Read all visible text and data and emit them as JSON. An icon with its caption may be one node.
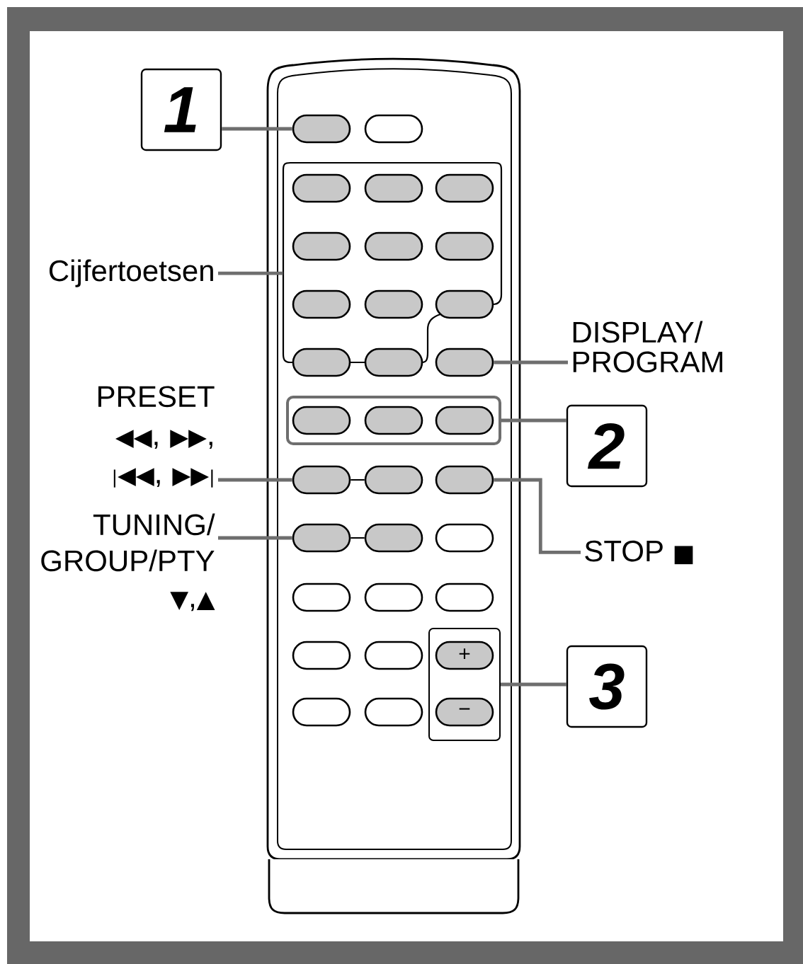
{
  "diagram": {
    "nodes": [
      {
        "text": [
          "1"
        ]
      },
      {
        "text": [],
        "shape": "button"
      },
      {
        "text": [
          "Cijfertoetsen"
        ]
      },
      {
        "text": [],
        "shape": "box"
      },
      {
        "text": [
          "DISPLAY/ PROGRAM"
        ]
      },
      {
        "text": [],
        "shape": "button"
      },
      {
        "text": [
          "2"
        ]
      },
      {
        "text": [],
        "shape": "box"
      },
      {
        "text": [
          "PRESET ◀◀, ▶▶, |◀◀, ▶▶|"
        ]
      },
      {
        "text": [],
        "shape": "button"
      },
      {
        "text": [],
        "shape": "button"
      },
      {
        "text": [],
        "shape": "button"
      },
      {
        "text": [
          "STOP ■"
        ]
      },
      {
        "text": [
          "TUNING/ GROUP/PTY ▼,▲"
        ]
      },
      {
        "text": [],
        "shape": "button"
      },
      {
        "text": [],
        "shape": "button"
      },
      {
        "text": [
          "3"
        ]
      },
      {
        "text": [],
        "shape": "box"
      }
    ],
    "edges": [
      {
        "from": 0,
        "to": 1,
        "arrow": "none"
      },
      {
        "from": 2,
        "to": 3,
        "arrow": "none"
      },
      {
        "from": 4,
        "to": 5,
        "arrow": "none"
      },
      {
        "from": 6,
        "to": 7,
        "arrow": "none"
      },
      {
        "from": 8,
        "to": 9,
        "arrow": "none"
      },
      {
        "from": 9,
        "to": 10,
        "arrow": "none",
        "color": "#000000"
      },
      {
        "from": 12,
        "to": 11,
        "arrow": "none"
      },
      {
        "from": 13,
        "to": 14,
        "arrow": "none"
      },
      {
        "from": 14,
        "to": 15,
        "arrow": "none",
        "color": "#000000"
      },
      {
        "from": 16,
        "to": 17,
        "arrow": "none"
      }
    ],
    "labels": [
      "+",
      "−"
    ]
  }
}
